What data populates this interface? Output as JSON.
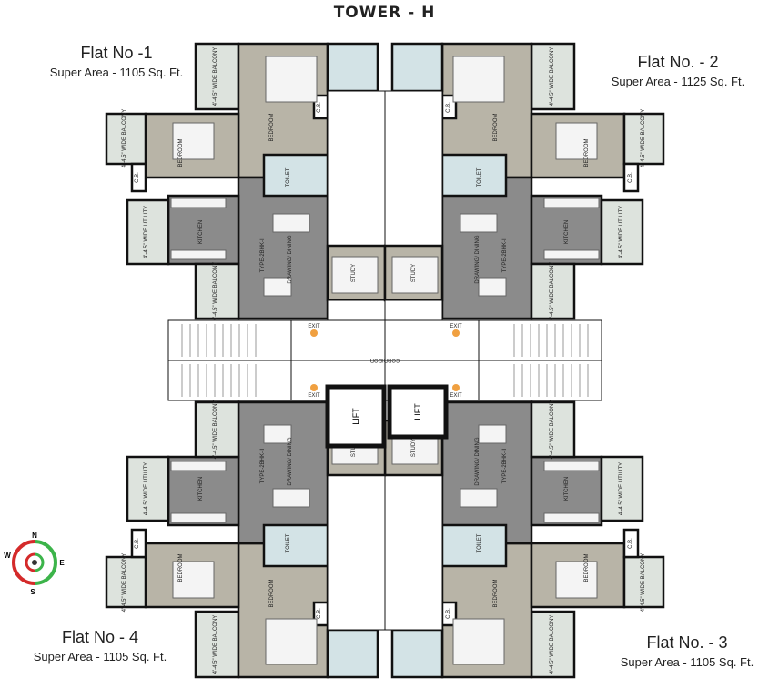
{
  "title": "TOWER - H",
  "flats": [
    {
      "name": "Flat No -1",
      "area": "Super Area - 1105  Sq. Ft."
    },
    {
      "name": "Flat No. - 2",
      "area": "Super Area - 1125 Sq. Ft."
    },
    {
      "name": "Flat No. - 3",
      "area": "Super Area - 1105  Sq. Ft."
    },
    {
      "name": "Flat No - 4",
      "area": "Super Area - 1105  Sq. Ft."
    }
  ],
  "rooms": {
    "bedroom": "BEDROOM",
    "toilet": "TOILET",
    "kitchen": "KITCHEN",
    "drawing": "DRAWING/ DINING",
    "type": "TYPE-2BHK-II",
    "balcony": "4'-4.5\" WIDE BALCONY",
    "utility": "4'-4.5\" WIDE UTILITY",
    "cb": "C.B.",
    "study": "STUDY",
    "lift": "LIFT",
    "corridor": "CORRIDOR",
    "exit": "EXIT"
  },
  "compass": {
    "n": "N",
    "s": "S",
    "e": "E",
    "w": "W"
  },
  "colors": {
    "wall": "#111111",
    "bedroom": "#b8b4a7",
    "living": "#8b8b8b",
    "balcony": "#dde3dd",
    "toilet": "#d3e3e6",
    "exit": "#f0a040",
    "compass_red": "#d42a2a",
    "compass_green": "#3cb44a"
  }
}
